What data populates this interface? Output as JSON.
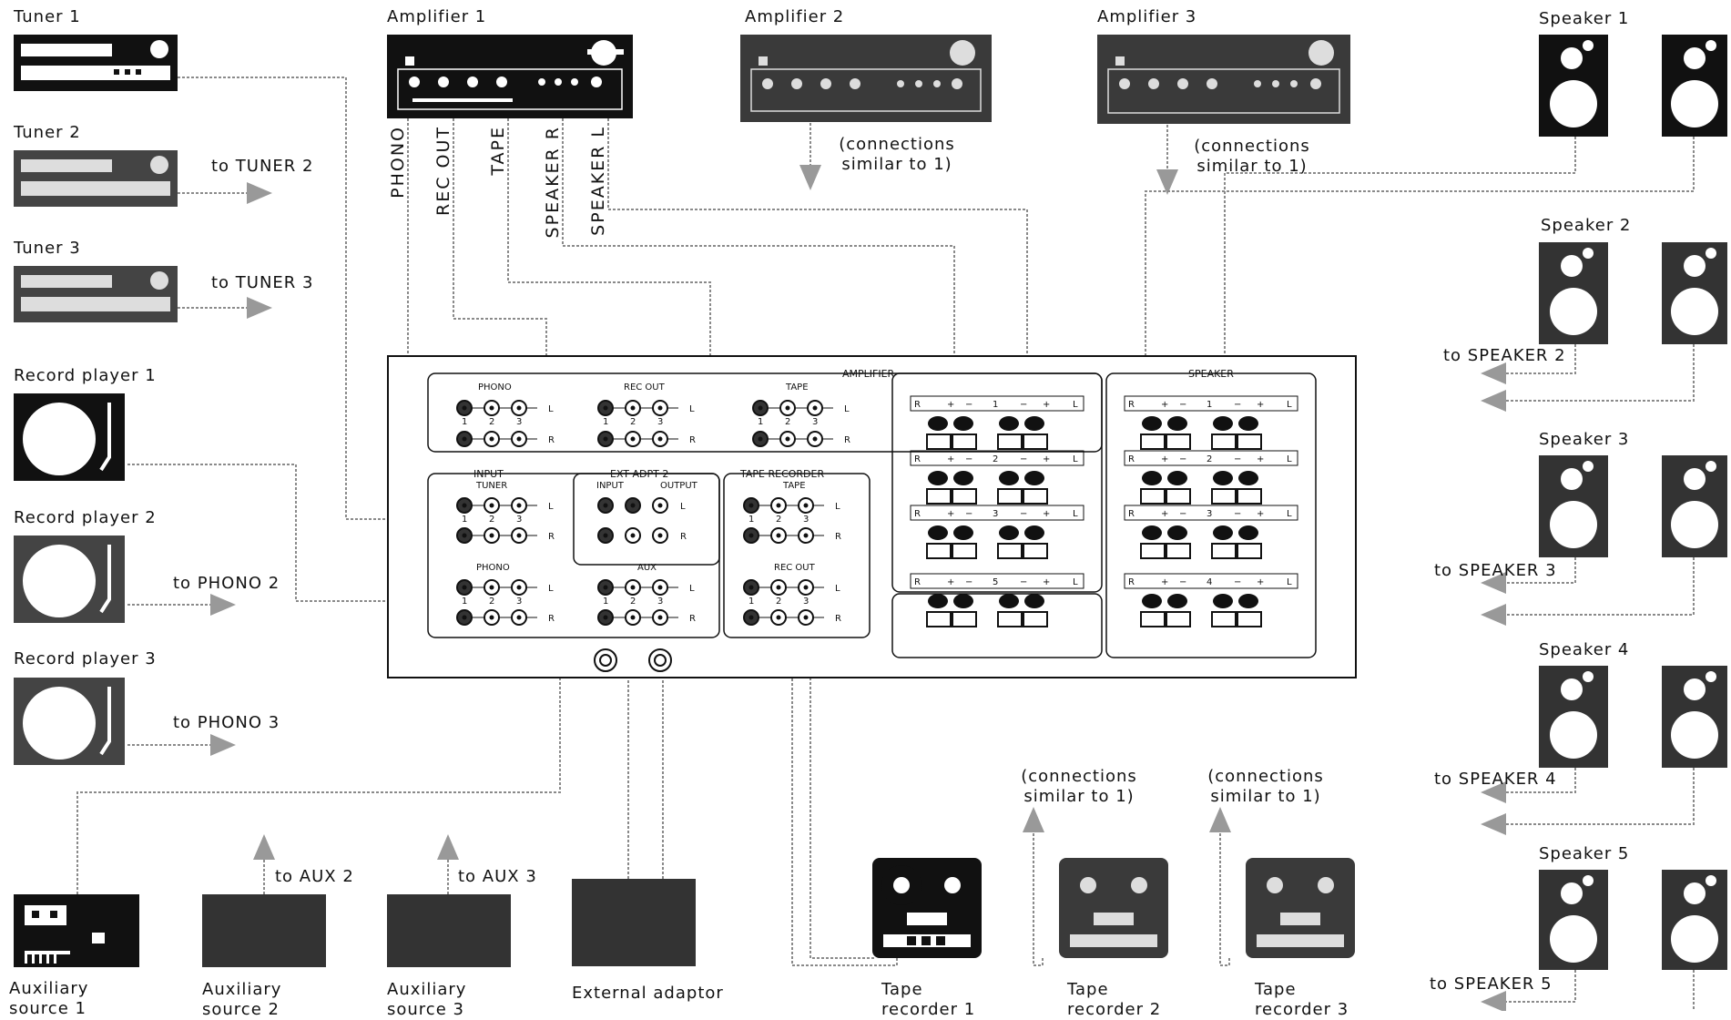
{
  "tuners": [
    "Tuner 1",
    "Tuner 2",
    "Tuner 3"
  ],
  "to_tuner": [
    "to TUNER 2",
    "to TUNER 3"
  ],
  "record_players": [
    "Record player 1",
    "Record player 2",
    "Record player 3"
  ],
  "to_phono": [
    "to PHONO 2",
    "to PHONO 3"
  ],
  "amplifiers": [
    "Amplifier 1",
    "Amplifier 2",
    "Amplifier 3"
  ],
  "amp_outputs": [
    "PHONO",
    "REC OUT",
    "TAPE",
    "SPEAKER R",
    "SPEAKER L"
  ],
  "connections_similar": "(connections similar to 1)",
  "speakers": [
    "Speaker 1",
    "Speaker 2",
    "Speaker 3",
    "Speaker 4",
    "Speaker 5"
  ],
  "to_speaker": [
    "to SPEAKER 2",
    "to SPEAKER 3",
    "to SPEAKER 4",
    "to SPEAKER 5"
  ],
  "aux_sources": [
    "Auxiliary source 1",
    "Auxiliary source 2",
    "Auxiliary source 3"
  ],
  "to_aux": [
    "to AUX 2",
    "to AUX 3"
  ],
  "external_adaptor": "External adaptor",
  "tape_recorders": [
    "Tape recorder 1",
    "Tape recorder 2",
    "Tape recorder 3"
  ],
  "panel": {
    "amplifier_group": "AMPLIFIER",
    "speaker_group": "SPEAKER",
    "phono": "PHONO",
    "rec_out": "REC OUT",
    "tape": "TAPE",
    "input": "INPUT",
    "tuner": "TUNER",
    "ext_adpt": "EXT ADPT 2",
    "ext_input": "INPUT",
    "ext_output": "OUTPUT",
    "aux": "AUX",
    "tape_recorder": "TAPE RECORDER",
    "speaker_block_label": "SPEAKER",
    "jack_numbers": [
      "1",
      "2",
      "3"
    ],
    "L": "L",
    "R": "R",
    "plus": "+",
    "minus": "−",
    "speaker_numbers_left": [
      "1",
      "2",
      "3",
      "5"
    ],
    "speaker_numbers_right": [
      "1",
      "2",
      "3",
      "4"
    ]
  },
  "colors": {
    "ink": "#111111",
    "wire": "#8a8a8a",
    "device": "#1a1a1a",
    "device_gray": "#3a3a3a"
  }
}
